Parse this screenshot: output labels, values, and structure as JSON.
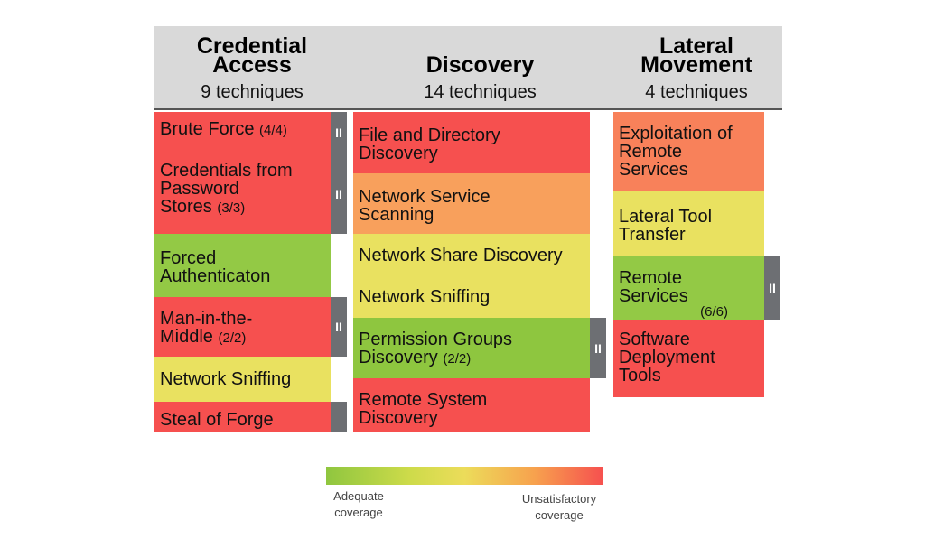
{
  "columns": [
    {
      "title_line1": "Credential",
      "title_line2": "Access",
      "count": "9 techniques",
      "items": [
        {
          "line1": "Brute Force",
          "sub": "(4/4)",
          "color": "#f6504f"
        },
        {
          "line1": "Credentials from",
          "line2": "Password",
          "line3": "Stores",
          "sub": "(3/3)",
          "color": "#f6504f"
        },
        {
          "line1": "Forced",
          "line2": "Authenticaton",
          "color": "#93c945"
        },
        {
          "line1": "Man-in-the-",
          "line2": "Middle",
          "sub": "(2/2)",
          "color": "#f6504f"
        },
        {
          "line1": "Network Sniffing",
          "color": "#e9e160"
        },
        {
          "line1": "Steal of Forge",
          "color": "#f6504f"
        }
      ]
    },
    {
      "title_line1": "Discovery",
      "count": "14 techniques",
      "items": [
        {
          "line1": "File and Directory",
          "line2": "Discovery",
          "color": "#f6504f"
        },
        {
          "line1": "Network Service",
          "line2": "Scanning",
          "color": "#f8a05c"
        },
        {
          "line1": "Network Share Discovery",
          "color": "#e9e160"
        },
        {
          "line1": "Network Sniffing",
          "color": "#e9e160"
        },
        {
          "line1": "Permission Groups",
          "line2": "Discovery",
          "sub": "(2/2)",
          "color": "#8ec63f"
        },
        {
          "line1": "Remote System",
          "line2": "Discovery",
          "color": "#f6504f"
        }
      ]
    },
    {
      "title_line1": "Lateral",
      "title_line2": "Movement",
      "count": "4 techniques",
      "items": [
        {
          "line1": "Exploitation of",
          "line2": "Remote",
          "line3": "Services",
          "color": "#f8815a"
        },
        {
          "line1": "Lateral Tool",
          "line2": "Transfer",
          "color": "#e9e160"
        },
        {
          "line1": "Remote",
          "line2": "Services",
          "sub": "(6/6)",
          "color": "#93c945"
        },
        {
          "line1": "Software",
          "line2": "Deployment",
          "line3": "Tools",
          "color": "#f6504f"
        }
      ]
    }
  ],
  "marker_glyph": "II",
  "marker_color": "#6d6f73",
  "legend": {
    "left_line1": "Adequate",
    "left_line2": "coverage",
    "right_line1": "Unsatisfactory",
    "right_line2": "coverage",
    "gradient_colors": [
      "#8fc63f",
      "#ecdc5a",
      "#f6504f"
    ]
  }
}
